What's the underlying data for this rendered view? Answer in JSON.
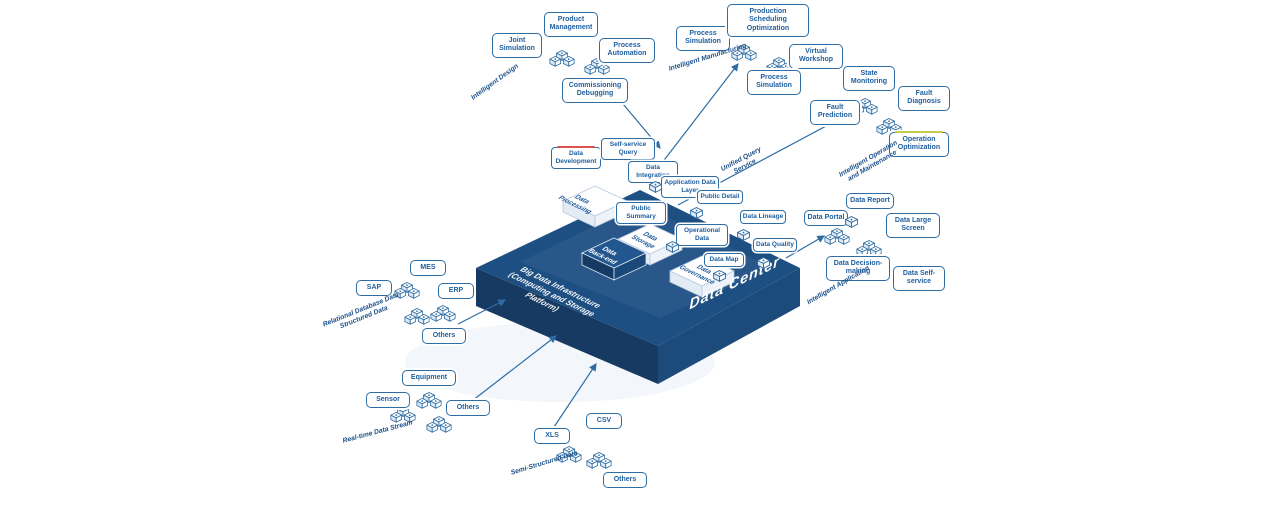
{
  "palette": {
    "line_blue": "#2e6da4",
    "text_blue": "#2060a0",
    "label_blue": "#1b4f8a",
    "platform_top": "#1e4f83",
    "platform_left": "#163a61",
    "platform_right": "#1c4a7a",
    "accent_red": "#d9534f",
    "accent_yellow": "#c4ce4a"
  },
  "platform": {
    "face_label": "Data Center",
    "top_label": "Big Data Infrastructure (Computing and Storage Platform)",
    "modules": {
      "backend": "Data Back-end",
      "processing": "Data Processing",
      "storage": "Data Storage",
      "governance": "Data Governance"
    },
    "layers": [
      "Data Development",
      "Self-service Query",
      "Data Integration",
      "Application Data Layer",
      "Public Summary",
      "Public Detail",
      "Operational Data",
      "Data Lineage",
      "Data Quality",
      "Data Map"
    ]
  },
  "flows": {
    "unified_query": "Unified Query Service"
  },
  "clusters": {
    "design": {
      "label": "Intelligent Design",
      "items": [
        "Joint Simulation",
        "Product Management",
        "Process Automation",
        "Commissioning Debugging"
      ]
    },
    "manufacturing": {
      "label": "Intelligent Manufacturing",
      "items": [
        "Process Simulation",
        "Production Scheduling Optimization",
        "Virtual Workshop",
        "Process Simulation"
      ]
    },
    "operation": {
      "label": "Intelligent Operation and Maintenance",
      "items": [
        "State Monitoring",
        "Fault Prediction",
        "Fault Diagnosis",
        "Operation Optimization"
      ]
    },
    "application": {
      "label": "Intelligent Application",
      "items": [
        "Data Portal",
        "Data Report",
        "Data Large Screen",
        "Data Decision-making",
        "Data Self-service"
      ]
    },
    "relational": {
      "label": "Relational Database Data",
      "sublabel": "Structured Data",
      "items": [
        "MES",
        "SAP",
        "ERP",
        "Others"
      ]
    },
    "realtime": {
      "label": "Real-time Data Stream",
      "items": [
        "Equipment",
        "Sensor",
        "Others"
      ]
    },
    "semistructured": {
      "label": "Semi-Structured Data",
      "items": [
        "XLS",
        "CSV",
        "Others"
      ]
    }
  }
}
